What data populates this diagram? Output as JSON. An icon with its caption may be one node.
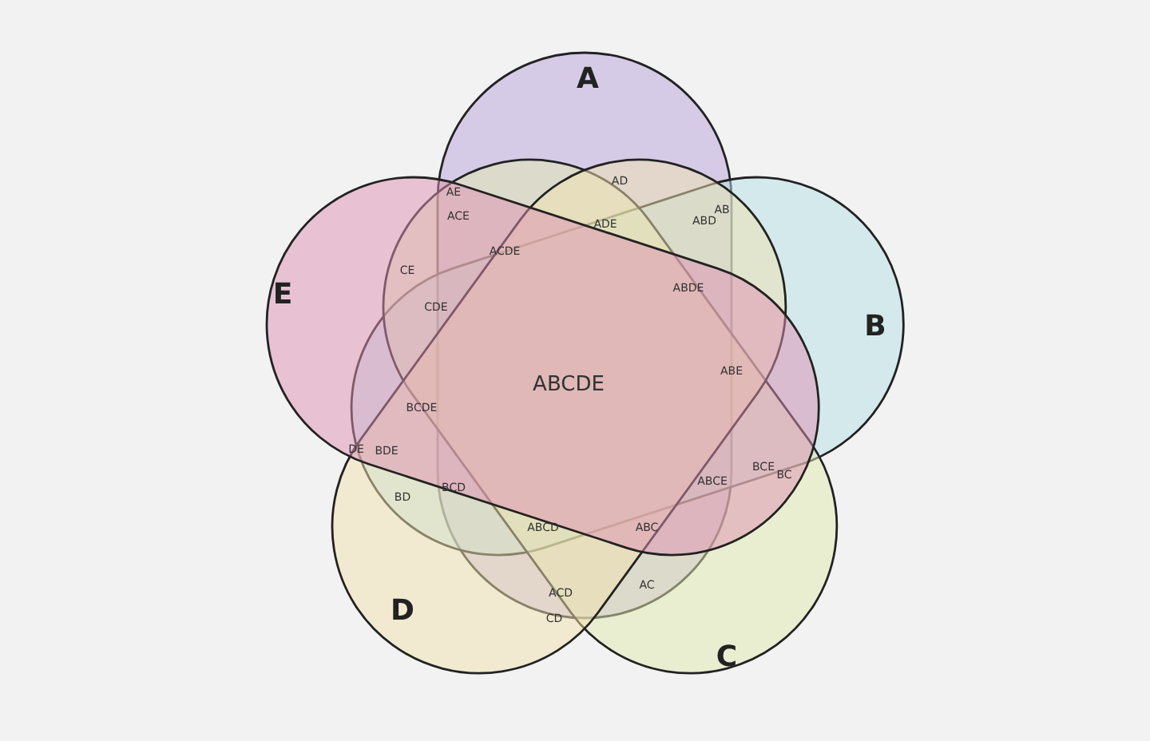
{
  "diagram": {
    "nodes": [
      {
        "text": [
          "A"
        ]
      },
      {
        "text": [
          "B"
        ]
      },
      {
        "text": [
          "C"
        ]
      },
      {
        "text": [
          "D"
        ]
      },
      {
        "text": [
          "E"
        ]
      }
    ],
    "labels": [
      "AD",
      "AE",
      "AB",
      "ACE",
      "ADE",
      "ABD",
      "ACDE",
      "CE",
      "ABDE",
      "CDE",
      "ABE",
      "ABCDE",
      "BCDE",
      "DE",
      "BDE",
      "ABCE",
      "BCE",
      "BC",
      "BCD",
      "BD",
      "ABCD",
      "ABC",
      "AC",
      "ACD",
      "CD"
    ]
  }
}
